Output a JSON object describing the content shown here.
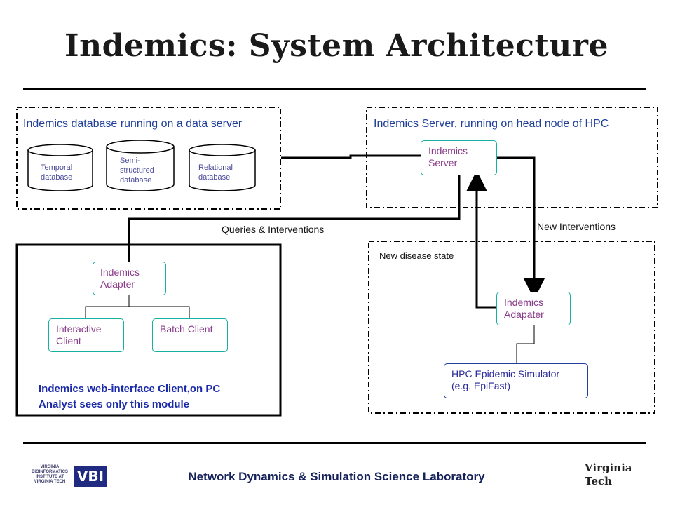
{
  "title": "Indemics: System Architecture",
  "database_module": {
    "caption": "Indemics database running on a data server",
    "databases": [
      {
        "label": "Temporal database"
      },
      {
        "label": "Semi-structured database"
      },
      {
        "label": "Relational database"
      }
    ]
  },
  "server_module": {
    "caption": "Indemics Server, running on head node of HPC",
    "server_box": "Indemics Server"
  },
  "client_module": {
    "adapter_box": "Indemics Adapter",
    "interactive_client": "Interactive Client",
    "batch_client": "Batch Client",
    "caption_line1": "Indemics web-interface Client,on PC",
    "caption_line2": "Analyst sees only this module"
  },
  "hpc_module": {
    "adapter_box": "Indemics Adapater",
    "simulator_box": "HPC Epidemic Simulator (e.g. EpiFast)"
  },
  "edge_labels": {
    "queries": "Queries & Interventions",
    "new_interventions": "New Interventions",
    "new_disease_state": "New disease state"
  },
  "footer": {
    "text": "Network Dynamics & Simulation Science Laboratory",
    "logo_left_text": "VIRGINIA BIOINFORMATICS INSTITUTE AT VIRGINIA TECH",
    "logo_left_mark": "VBI",
    "logo_right_text": "Virginia Tech"
  },
  "colors": {
    "accent_blue": "#1f3f9a",
    "box_border": "#18b0a0",
    "box_text": "#8a3a8a"
  }
}
